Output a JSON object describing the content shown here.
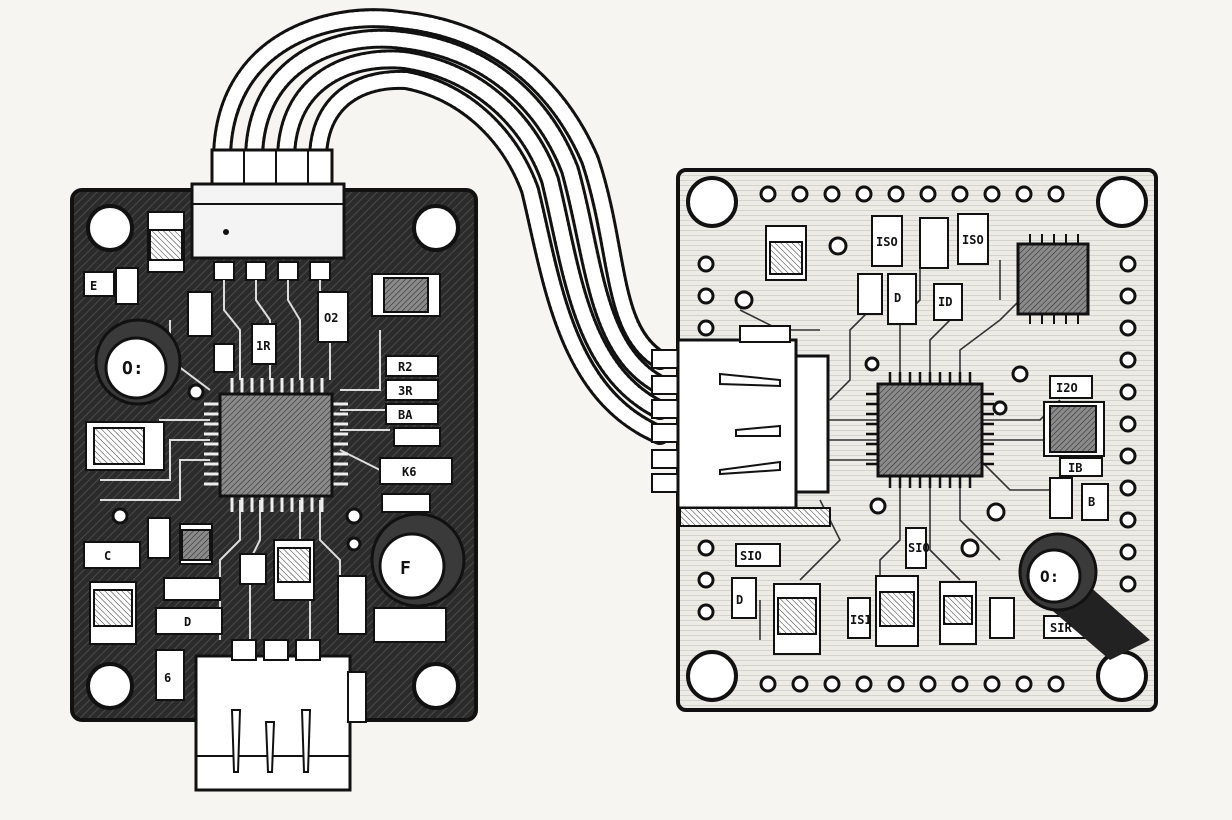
{
  "colors": {
    "paper": "#f6f5f1",
    "ink": "#111111",
    "board_left": "#2a2a2a",
    "board_right": "#ecebe6",
    "hatch": "#555555"
  },
  "left_board": {
    "labels": {
      "l1": "E",
      "l2": "O2",
      "l3": "1R",
      "l4": "R2",
      "l5": "3R",
      "l6": "BA",
      "l7": "K6",
      "l8": "C",
      "l9": "D",
      "l10": "6",
      "cap1": "O:",
      "cap2": "F"
    }
  },
  "right_board": {
    "labels": {
      "r1": "ISO",
      "r2": "D",
      "r3": "ID",
      "r4": "ISO",
      "r5": "SIO",
      "r6": "I2O",
      "r7": "IB",
      "r8": "B",
      "r9": "D",
      "r10": "SIO",
      "r11": "ISI",
      "r12": "SIR",
      "cap": "O:"
    }
  }
}
